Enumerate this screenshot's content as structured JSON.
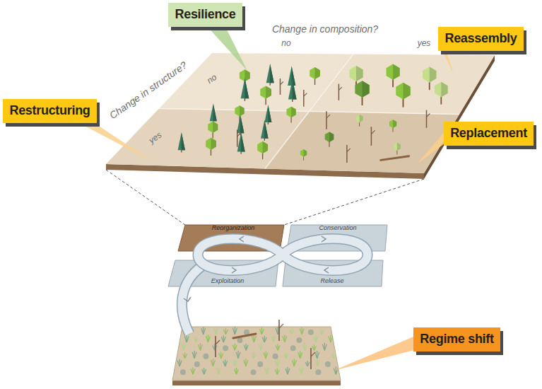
{
  "diagram": {
    "nodes": [
      {
        "text": [
          "Resilience"
        ]
      },
      {
        "text": [
          "Reassembly"
        ]
      },
      {
        "text": [
          "Restructuring"
        ]
      },
      {
        "text": [
          "Replacement"
        ]
      },
      {
        "text": [
          "Regime shift"
        ]
      }
    ],
    "labels": [
      "Change in composition?",
      "no",
      "yes",
      "Change in structure?",
      "no",
      "yes",
      "Reorganization",
      "Conservation",
      "Exploitation",
      "Release"
    ]
  }
}
